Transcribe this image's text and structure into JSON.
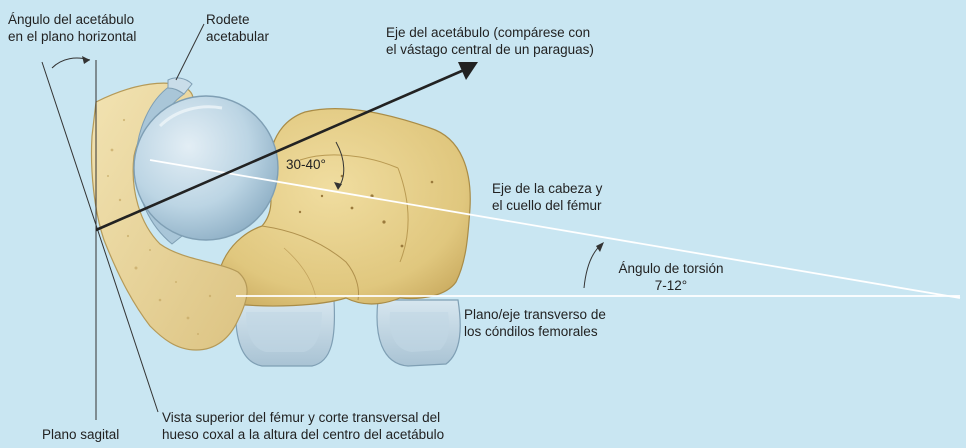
{
  "labels": {
    "angulo_acetabulo_l1": "Ángulo del acetábulo",
    "angulo_acetabulo_l2": "en el plano horizontal",
    "rodete_l1": "Rodete",
    "rodete_l2": "acetabular",
    "eje_acetabulo_l1": "Eje del acetábulo (compárese con",
    "eje_acetabulo_l2": "el vástago central de un paraguas)",
    "angulo_30_40": "30-40°",
    "eje_cabeza_l1": "Eje de la cabeza y",
    "eje_cabeza_l2": "el cuello del fémur",
    "angulo_torsion_l1": "Ángulo de torsión",
    "angulo_torsion_l2": "7-12°",
    "plano_transverso_l1": "Plano/eje transverso de",
    "plano_transverso_l2": "los cóndilos femorales",
    "vista_superior_l1": "Vista superior del fémur y corte transversal del",
    "vista_superior_l2": "hueso coxal a la altura del centro del acetábulo",
    "plano_sagital": "Plano sagital"
  },
  "colors": {
    "background": "#c9e6f2",
    "bone": "#e4cf8c",
    "bone_shadow": "#c9ad60",
    "cartilage": "#b9d3e3",
    "cartilage_edge": "#8fb0c6",
    "axis_line": "#222222",
    "reference_line": "#ffffff"
  }
}
